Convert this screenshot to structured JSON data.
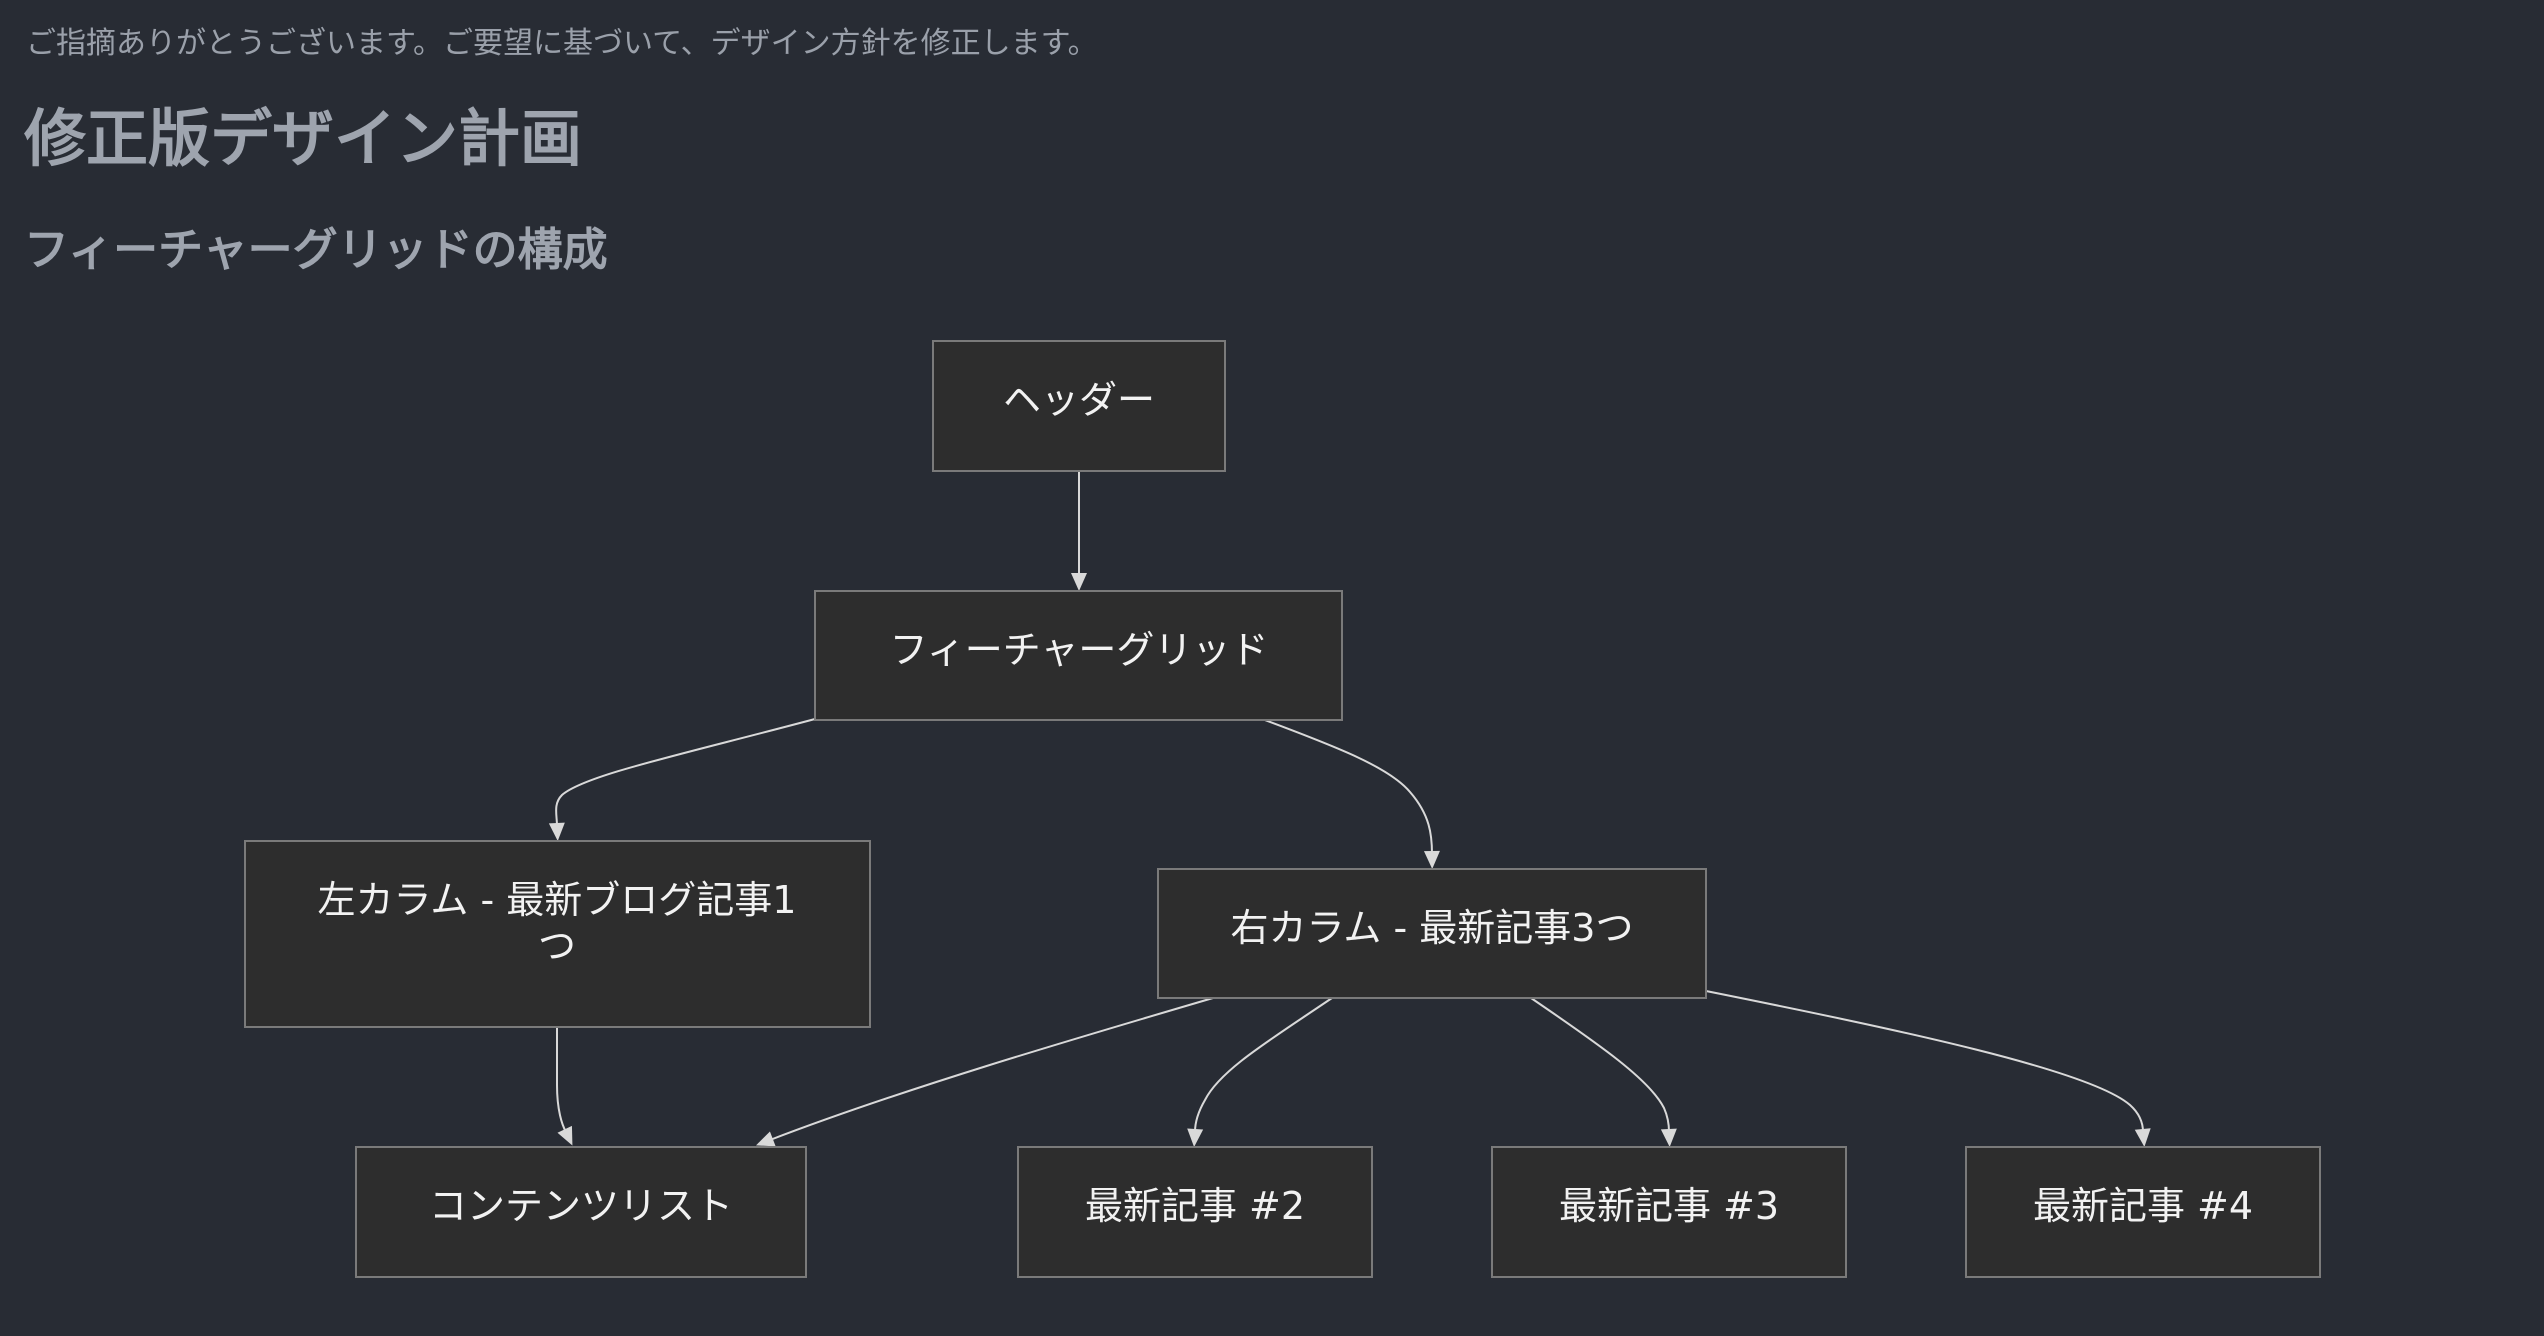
{
  "intro": "ご指摘ありがとうございます。ご要望に基づいて、デザイン方針を修正します。",
  "title": "修正版デザイン計画",
  "subtitle": "フィーチャーグリッドの構成",
  "diagram": {
    "nodes": {
      "header": [
        "ヘッダー"
      ],
      "feature_grid": [
        "フィーチャーグリッド"
      ],
      "left_column": [
        "左カラム - 最新ブログ記事1",
        "つ"
      ],
      "right_column": [
        "右カラム - 最新記事3つ"
      ],
      "content_list": [
        "コンテンツリスト"
      ],
      "latest_2": [
        "最新記事 #2"
      ],
      "latest_3": [
        "最新記事 #3"
      ],
      "latest_4": [
        "最新記事 #4"
      ]
    },
    "edges": [
      [
        "header",
        "feature_grid"
      ],
      [
        "feature_grid",
        "left_column"
      ],
      [
        "feature_grid",
        "right_column"
      ],
      [
        "left_column",
        "content_list"
      ],
      [
        "right_column",
        "content_list"
      ],
      [
        "right_column",
        "latest_2"
      ],
      [
        "right_column",
        "latest_3"
      ],
      [
        "right_column",
        "latest_4"
      ]
    ]
  }
}
